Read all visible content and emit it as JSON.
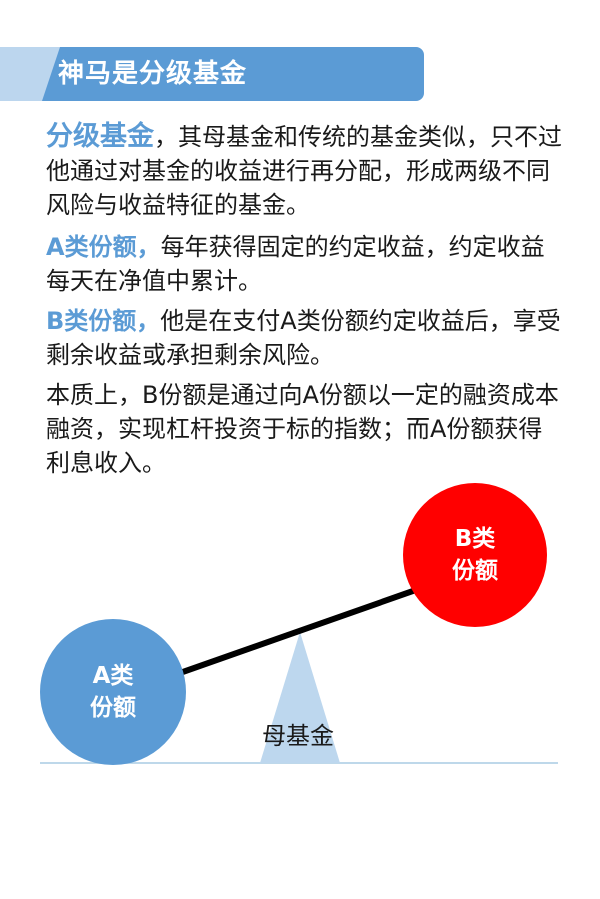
{
  "banner": {
    "title": "神马是分级基金"
  },
  "paragraphs": {
    "p1": {
      "highlight": "分级基金",
      "text": "，其母基金和传统的基金类似，只不过他通过对基金的收益进行再分配，形成两级不同风险与收益特征的基金。"
    },
    "p2": {
      "highlight": "A类份额，",
      "text": "每年获得固定的约定收益，约定收益每天在净值中累计。"
    },
    "p3": {
      "highlight": "B类份额，",
      "text": "他是在支付A类份额约定收益后，享受剩余收益或承担剩余风险。"
    },
    "p4": {
      "text": "本质上，B份额是通过向A份额以一定的融资成本融资，实现杠杆投资于标的指数；而A份额获得利息收入。"
    }
  },
  "diagram": {
    "a_circle": {
      "line1": "A类",
      "line2": "份额",
      "color": "#5b9bd5"
    },
    "b_circle": {
      "line1": "B类",
      "line2": "份额",
      "color": "#ff0000"
    },
    "fulcrum_label": "母基金",
    "fulcrum_color": "#bdd7ee",
    "lever_color": "#000000",
    "ground_color": "#a9cbe3"
  },
  "colors": {
    "accent": "#5b9bd5",
    "accent_light": "#bcd6ee",
    "text": "#1a1a1a"
  }
}
